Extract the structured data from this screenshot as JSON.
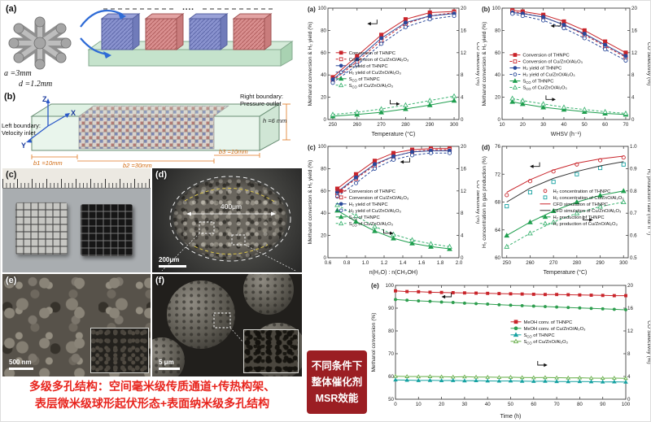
{
  "colors": {
    "caption_red": "#e8251e",
    "summary_bg": "#9b1e23",
    "summary_text": "#ffffff"
  },
  "left": {
    "panel_a": {
      "label": "(a)",
      "dim_a": "a =3mm",
      "dim_d": "d =1.2mm",
      "dots": "····"
    },
    "panel_b": {
      "label": "(b)",
      "axis_z": "Z",
      "axis_x": "X",
      "axis_y": "Y",
      "left_boundary_1": "Left boundary:",
      "left_boundary_2": "Velocity inlet",
      "right_boundary_1": "Right boundary:",
      "right_boundary_2": "Pressure outlet",
      "h": "h =6 mm",
      "b1": "b1 =10mm",
      "b2": "b2 =30mm",
      "b3": "b3 =10mm"
    },
    "panel_c": {
      "label": "(c)"
    },
    "panel_d": {
      "label": "(d)",
      "diameter": "400μm",
      "scalebar": "200μm"
    },
    "panel_e": {
      "label": "(e)",
      "scalebar": "500 nm"
    },
    "panel_f": {
      "label": "(f)",
      "scalebar": "5 μm"
    },
    "caption": [
      "多级多孔结构：空间毫米级传质通道+传热构架、",
      "表层微米级球形起伏形态+表面纳米级多孔结构"
    ]
  },
  "right_summary": [
    "不同条件下",
    "整体催化剂",
    "MSR效能"
  ],
  "chart_data": [
    {
      "id": "a",
      "label": "(a)",
      "type": "line",
      "xlim": [
        248,
        302
      ],
      "xticks": [
        250,
        260,
        270,
        280,
        290,
        300
      ],
      "xfmt": 0,
      "xlabel": "Temperature (°C)",
      "x": [
        250,
        260,
        270,
        280,
        290,
        300
      ],
      "left": {
        "label": "Methanol conversion & H₂ yield (%)",
        "lim": [
          0,
          100
        ],
        "ticks": [
          0,
          20,
          40,
          60,
          80,
          100
        ],
        "fmt": 0
      },
      "right": {
        "label": "CO Selectivity (%)",
        "lim": [
          0,
          20
        ],
        "ticks": [
          0,
          4,
          8,
          12,
          16,
          20
        ],
        "fmt": 0
      },
      "legend": {
        "x": 0.06,
        "y": 0.4
      },
      "arrows": [
        {
          "x": 0.3,
          "y": 0.14,
          "dir": "left"
        },
        {
          "x": 0.55,
          "y": 0.86,
          "dir": "right"
        }
      ],
      "series": [
        {
          "name": "Conversion of THNPC",
          "axis": "left",
          "color": "#c9252b",
          "marker": "square",
          "open": false,
          "dash": false,
          "values": [
            38,
            57,
            76,
            90,
            96,
            97
          ]
        },
        {
          "name": "Conversion of Cu/ZnO/Al₂O₃",
          "axis": "left",
          "color": "#c9252b",
          "marker": "square",
          "open": true,
          "dash": true,
          "values": [
            35,
            52,
            71,
            86,
            93,
            96
          ]
        },
        {
          "name": "H₂ yield of THNPC",
          "axis": "left",
          "color": "#2b4a9b",
          "marker": "circle",
          "open": false,
          "dash": false,
          "values": [
            36,
            54,
            73,
            87,
            93,
            95
          ]
        },
        {
          "name": "H₂ yield of Cu/ZnO/Al₂O₃",
          "axis": "left",
          "color": "#2b4a9b",
          "marker": "circle",
          "open": true,
          "dash": true,
          "values": [
            33,
            49,
            68,
            83,
            90,
            93
          ]
        },
        {
          "name": "S~CO~ of THNPC",
          "axis": "right",
          "color": "#1f9e4e",
          "marker": "triangle",
          "open": false,
          "dash": false,
          "values": [
            0.6,
            0.9,
            1.3,
            1.9,
            2.6,
            3.4
          ]
        },
        {
          "name": "S~CO~ of Cu/ZnO/Al₂O₃",
          "axis": "right",
          "color": "#3cb371",
          "marker": "triangle",
          "open": true,
          "dash": true,
          "values": [
            0.9,
            1.3,
            1.9,
            2.6,
            3.4,
            4.2
          ]
        }
      ]
    },
    {
      "id": "b",
      "label": "(b)",
      "type": "line",
      "xlim": [
        10,
        72
      ],
      "xticks": [
        10,
        20,
        30,
        40,
        50,
        60,
        70
      ],
      "xfmt": 0,
      "xlabel": "WHSV (h⁻¹)",
      "x": [
        15,
        20,
        30,
        40,
        50,
        60,
        70
      ],
      "left": {
        "label": "Methanol conversion & H₂ yield (%)",
        "lim": [
          0,
          100
        ],
        "ticks": [
          0,
          20,
          40,
          60,
          80,
          100
        ],
        "fmt": 0
      },
      "right": {
        "label": "CO Selectivity (%)",
        "lim": [
          0,
          20
        ],
        "ticks": [
          0,
          4,
          8,
          12,
          16,
          20
        ],
        "fmt": 0
      },
      "legend": {
        "x": 0.06,
        "y": 0.42
      },
      "arrows": [
        {
          "x": 0.38,
          "y": 0.16,
          "dir": "left"
        },
        {
          "x": 0.42,
          "y": 0.82,
          "dir": "right"
        }
      ],
      "series": [
        {
          "name": "Conversion of THNPC",
          "axis": "left",
          "color": "#c9252b",
          "marker": "square",
          "open": false,
          "dash": false,
          "values": [
            98,
            97,
            94,
            88,
            80,
            70,
            60
          ]
        },
        {
          "name": "Conversion of Cu/ZnO/Al₂O₃",
          "axis": "left",
          "color": "#c9252b",
          "marker": "square",
          "open": true,
          "dash": true,
          "values": [
            97,
            95.5,
            92,
            85,
            76,
            66,
            56
          ]
        },
        {
          "name": "H₂ yield of THNPC",
          "axis": "left",
          "color": "#2b4a9b",
          "marker": "circle",
          "open": false,
          "dash": false,
          "values": [
            96,
            95,
            92,
            85,
            77,
            67,
            57
          ]
        },
        {
          "name": "H₂ yield of Cu/ZnO/Al₂O₃",
          "axis": "left",
          "color": "#2b4a9b",
          "marker": "circle",
          "open": true,
          "dash": true,
          "values": [
            95,
            93,
            89,
            82,
            73,
            63,
            53
          ]
        },
        {
          "name": "S~CO~ of THNPC",
          "axis": "right",
          "color": "#1f9e4e",
          "marker": "triangle",
          "open": false,
          "dash": false,
          "values": [
            3.2,
            2.8,
            2.2,
            1.8,
            1.4,
            1.1,
            0.9
          ]
        },
        {
          "name": "S~CO~ of Cu/ZnO/Al₂O₃",
          "axis": "right",
          "color": "#3cb371",
          "marker": "triangle",
          "open": true,
          "dash": true,
          "values": [
            3.8,
            3.4,
            2.8,
            2.2,
            1.8,
            1.4,
            1.1
          ]
        }
      ]
    },
    {
      "id": "c",
      "label": "(c)",
      "type": "line",
      "xlim": [
        0.6,
        2.0
      ],
      "xticks": [
        0.6,
        0.8,
        1.0,
        1.2,
        1.4,
        1.6,
        1.8,
        2.0
      ],
      "xfmt": 1,
      "xlabel": "n(H₂O) : n(CH₃OH)",
      "x": [
        0.7,
        0.9,
        1.1,
        1.3,
        1.5,
        1.7,
        1.9
      ],
      "left": {
        "label": "Methanol conversion & H₂ yield (%)",
        "lim": [
          0,
          100
        ],
        "ticks": [
          0,
          20,
          40,
          60,
          80,
          100
        ],
        "fmt": 0
      },
      "right": {
        "label": "CO Selectivity (%)",
        "lim": [
          0,
          20
        ],
        "ticks": [
          0,
          4,
          8,
          12,
          16,
          20
        ],
        "fmt": 0
      },
      "legend": {
        "x": 0.06,
        "y": 0.4
      },
      "arrows": [
        {
          "x": 0.55,
          "y": 0.14,
          "dir": "left"
        },
        {
          "x": 0.5,
          "y": 0.78,
          "dir": "right"
        }
      ],
      "series": [
        {
          "name": "Conversion of THNPC",
          "axis": "left",
          "color": "#c9252b",
          "marker": "square",
          "open": false,
          "dash": false,
          "values": [
            62,
            75,
            87,
            94,
            97,
            98,
            98
          ]
        },
        {
          "name": "Conversion of Cu/ZnO/Al₂O₃",
          "axis": "left",
          "color": "#c9252b",
          "marker": "square",
          "open": true,
          "dash": true,
          "values": [
            58,
            71,
            83,
            91,
            95,
            97,
            97
          ]
        },
        {
          "name": "H₂ yield of THNPC",
          "axis": "left",
          "color": "#2b4a9b",
          "marker": "circle",
          "open": false,
          "dash": false,
          "values": [
            59,
            72,
            84,
            91,
            95,
            96,
            96
          ]
        },
        {
          "name": "H₂ yield of Cu/ZnO/Al₂O₃",
          "axis": "left",
          "color": "#2b4a9b",
          "marker": "circle",
          "open": true,
          "dash": true,
          "values": [
            55,
            67,
            80,
            88,
            92,
            94,
            94
          ]
        },
        {
          "name": "S~CO~ of THNPC",
          "axis": "right",
          "color": "#1f9e4e",
          "marker": "triangle",
          "open": false,
          "dash": false,
          "values": [
            8.5,
            6.5,
            4.8,
            3.5,
            2.6,
            2.0,
            1.6
          ]
        },
        {
          "name": "S~CO~ of Cu/ZnO/Al₂O₃",
          "axis": "right",
          "color": "#3cb371",
          "marker": "triangle",
          "open": true,
          "dash": true,
          "values": [
            9.5,
            7.5,
            5.6,
            4.2,
            3.2,
            2.5,
            2.0
          ]
        }
      ]
    },
    {
      "id": "d",
      "label": "(d)",
      "type": "line",
      "xlim": [
        248,
        302
      ],
      "xticks": [
        250,
        260,
        270,
        280,
        290,
        300
      ],
      "xfmt": 0,
      "xlabel": "Temperature (°C)",
      "x": [
        250,
        260,
        270,
        280,
        290,
        300
      ],
      "left": {
        "label": "H₂ concentration in gas production (%)",
        "lim": [
          60,
          76
        ],
        "ticks": [
          60,
          64,
          68,
          72,
          76
        ],
        "fmt": 0
      },
      "right": {
        "label": "H₂ production rate (mol h⁻¹)",
        "lim": [
          0.5,
          1.0
        ],
        "ticks": [
          0.5,
          0.6,
          0.7,
          0.8,
          0.9,
          1.0
        ],
        "fmt": 1
      },
      "legend": {
        "x": 0.3,
        "y": 0.4
      },
      "arrows": [
        {
          "x": 0.22,
          "y": 0.18,
          "dir": "left"
        },
        {
          "x": 0.72,
          "y": 0.66,
          "dir": "right"
        }
      ],
      "series": [
        {
          "name": "H₂ concentration of THNPC",
          "axis": "left",
          "color": "#c9252b",
          "marker": "circle",
          "open": true,
          "line": "none",
          "values": [
            69,
            71,
            72.4,
            73.4,
            74,
            74.4
          ]
        },
        {
          "name": "H₂ concentration of Cu/ZnO/Al₂O₃",
          "axis": "left",
          "color": "#17a2a2",
          "marker": "square",
          "open": true,
          "line": "none",
          "values": [
            67.4,
            69.4,
            70.9,
            72,
            72.9,
            73.4
          ]
        },
        {
          "name": "CFD simulation of THNPC",
          "axis": "left",
          "color": "#c9252b",
          "marker": "none",
          "open": false,
          "dash": false,
          "values": [
            69.4,
            71.2,
            72.6,
            73.6,
            74.2,
            74.6
          ]
        },
        {
          "name": "CFD simulation of Cu/ZnO/Al₂O₃",
          "axis": "left",
          "color": "#333333",
          "marker": "none",
          "open": false,
          "dash": false,
          "values": [
            68,
            70,
            71.4,
            72.4,
            73.2,
            73.8
          ]
        },
        {
          "name": "H₂ production of THNPC",
          "axis": "right",
          "color": "#1f9e4e",
          "marker": "triangle",
          "open": false,
          "dash": false,
          "values": [
            0.6,
            0.66,
            0.71,
            0.75,
            0.78,
            0.8
          ]
        },
        {
          "name": "H₂ production of Cu/ZnO/Al₂O₃",
          "axis": "right",
          "color": "#3cb371",
          "marker": "triangle",
          "open": true,
          "dash": true,
          "values": [
            0.55,
            0.61,
            0.66,
            0.7,
            0.73,
            0.75
          ]
        }
      ]
    },
    {
      "id": "e",
      "label": "(e)",
      "type": "line",
      "xlim": [
        0,
        100
      ],
      "xticks": [
        0,
        10,
        20,
        30,
        40,
        50,
        60,
        70,
        80,
        90,
        100
      ],
      "xfmt": 0,
      "xlabel": "Time (h)",
      "x": [
        0,
        5,
        10,
        15,
        20,
        25,
        30,
        35,
        40,
        45,
        50,
        55,
        60,
        65,
        70,
        75,
        80,
        85,
        90,
        95,
        100
      ],
      "left": {
        "label": "Methanol conversion (%)",
        "lim": [
          50,
          100
        ],
        "ticks": [
          50,
          60,
          70,
          80,
          90,
          100
        ],
        "fmt": 0
      },
      "right": {
        "label": "CO Selectivity (%)",
        "lim": [
          0,
          20
        ],
        "ticks": [
          0,
          4,
          8,
          12,
          16,
          20
        ],
        "fmt": 0
      },
      "legend": {
        "x": 0.5,
        "y": 0.32
      },
      "arrows": [
        {
          "x": 0.2,
          "y": 0.1,
          "dir": "left"
        },
        {
          "x": 0.66,
          "y": 0.7,
          "dir": "right"
        }
      ],
      "series": [
        {
          "name": "MeOH conv. of THNPC",
          "axis": "left",
          "color": "#c9252b",
          "marker": "square",
          "open": false,
          "dash": false,
          "msize": 1.5,
          "values": [
            97.6,
            97.3,
            97.2,
            97.0,
            96.9,
            96.8,
            96.7,
            96.6,
            96.5,
            96.4,
            96.3,
            96.2,
            96.1,
            96.0,
            96.0,
            95.9,
            95.8,
            95.7,
            95.6,
            95.5,
            95.5
          ]
        },
        {
          "name": "MeOH conv. of Cu/ZnO/Al₂O₃",
          "axis": "left",
          "color": "#2e9e4f",
          "marker": "circle",
          "open": false,
          "dash": false,
          "msize": 1.5,
          "values": [
            93.8,
            93.5,
            93.2,
            93.0,
            92.7,
            92.5,
            92.2,
            92.0,
            91.8,
            91.5,
            91.3,
            91.1,
            90.9,
            90.7,
            90.5,
            90.3,
            90.1,
            89.9,
            89.7,
            89.5,
            89.3
          ]
        },
        {
          "name": "S~CO~ of THNPC",
          "axis": "right",
          "color": "#17a2a2",
          "marker": "triangle",
          "open": false,
          "dash": false,
          "msize": 1.5,
          "values": [
            3.4,
            3.35,
            3.3,
            3.32,
            3.28,
            3.3,
            3.25,
            3.27,
            3.22,
            3.2,
            3.22,
            3.18,
            3.15,
            3.17,
            3.12,
            3.1,
            3.12,
            3.08,
            3.05,
            3.06,
            3.02
          ]
        },
        {
          "name": "S~CO~ of Cu/ZnO/Al₂O₃",
          "axis": "right",
          "color": "#6ab04c",
          "marker": "triangle",
          "open": true,
          "dash": false,
          "msize": 1.5,
          "values": [
            4.05,
            4.0,
            3.98,
            4.0,
            3.95,
            3.92,
            3.95,
            3.9,
            3.88,
            3.85,
            3.87,
            3.82,
            3.8,
            3.82,
            3.78,
            3.75,
            3.77,
            3.72,
            3.7,
            3.72,
            3.68
          ]
        }
      ]
    }
  ]
}
